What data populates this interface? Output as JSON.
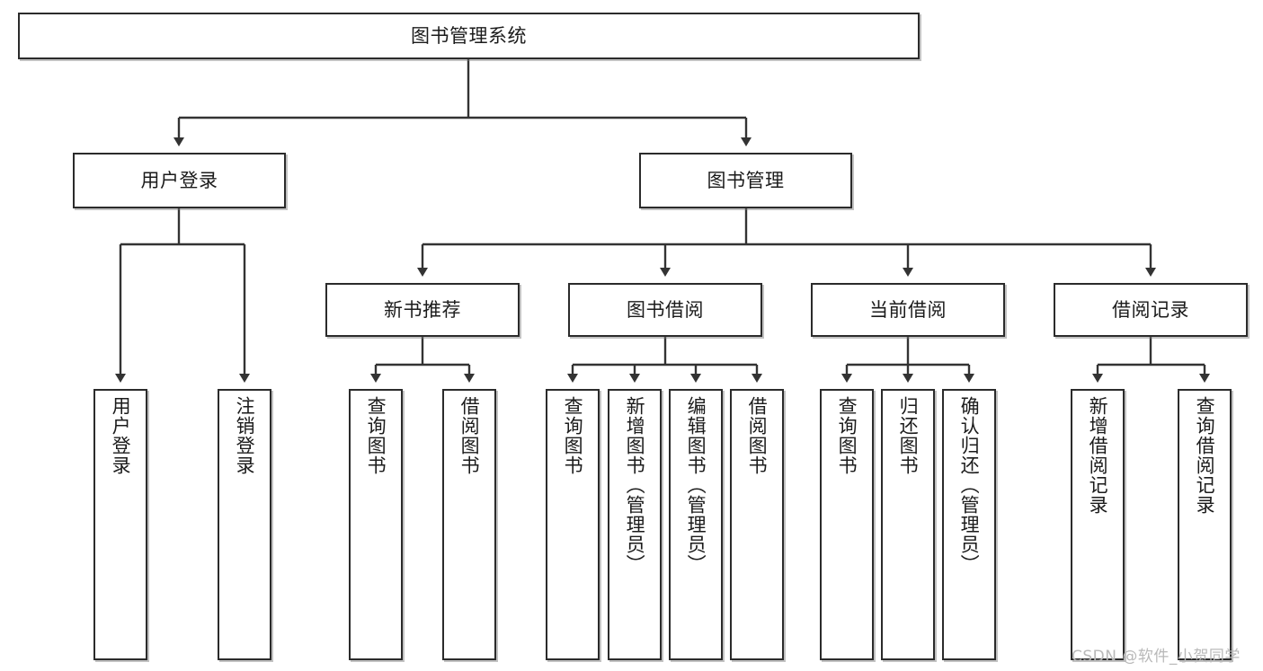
{
  "diagram": {
    "title": "图书管理系统",
    "type": "功能结构图",
    "watermark": "CSDN @软件_小贺同学",
    "colors": {
      "box_border": "#2b2b2b",
      "box_fill": "#ffffff",
      "connector": "#333333",
      "text": "#1b1b1b",
      "watermark": "#b9b9b9"
    }
  },
  "nodes": {
    "root": {
      "label": "图书管理系统"
    },
    "level2": [
      {
        "label": "用户登录"
      },
      {
        "label": "图书管理"
      }
    ],
    "level3": [
      {
        "label": "新书推荐"
      },
      {
        "label": "图书借阅"
      },
      {
        "label": "当前借阅"
      },
      {
        "label": "借阅记录"
      }
    ],
    "leaves": {
      "user_login": [
        {
          "label": "用户登录"
        },
        {
          "label": "注销登录"
        }
      ],
      "new_book_recommend": [
        {
          "label": "查询图书"
        },
        {
          "label": "借阅图书"
        }
      ],
      "book_borrow": [
        {
          "label": "查询图书"
        },
        {
          "label": "新增图书（管理员）"
        },
        {
          "label": "编辑图书（管理员）"
        },
        {
          "label": "借阅图书"
        }
      ],
      "current_borrow": [
        {
          "label": "查询图书"
        },
        {
          "label": "归还图书"
        },
        {
          "label": "确认归还（管理员）"
        }
      ],
      "borrow_record": [
        {
          "label": "新增借阅记录"
        },
        {
          "label": "查询借阅记录"
        }
      ]
    }
  }
}
